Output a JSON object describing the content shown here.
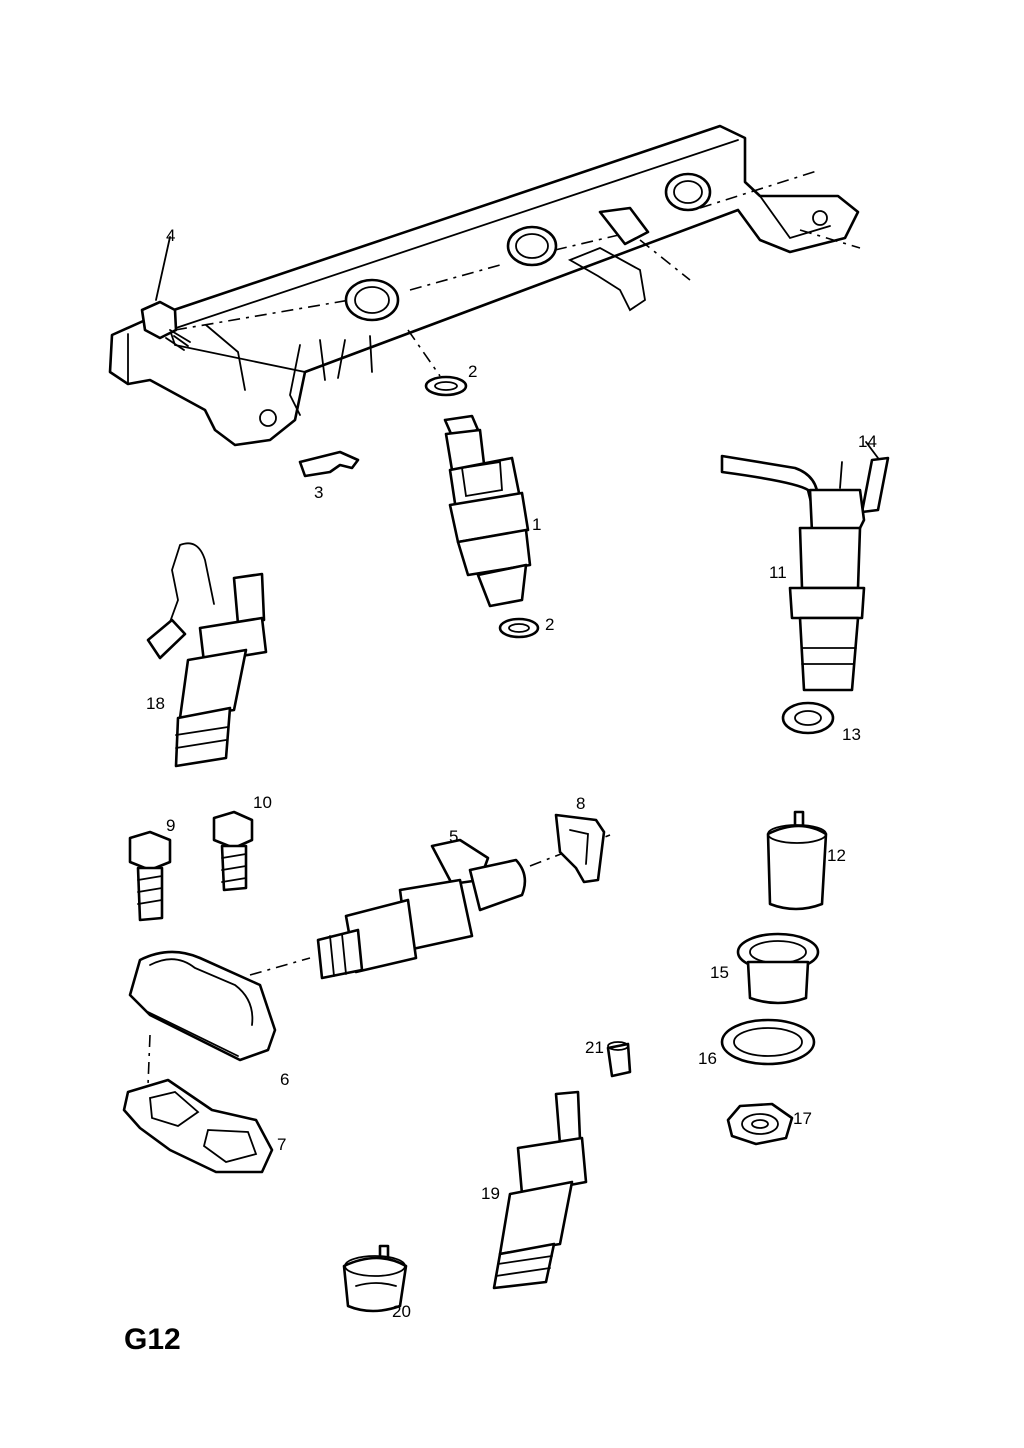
{
  "page": {
    "code": "G12"
  },
  "callouts": [
    {
      "id": "1",
      "text": "1"
    },
    {
      "id": "2a",
      "text": "2"
    },
    {
      "id": "2b",
      "text": "2"
    },
    {
      "id": "3",
      "text": "3"
    },
    {
      "id": "4",
      "text": "4"
    },
    {
      "id": "5",
      "text": "5"
    },
    {
      "id": "6",
      "text": "6"
    },
    {
      "id": "7",
      "text": "7"
    },
    {
      "id": "8",
      "text": "8"
    },
    {
      "id": "9",
      "text": "9"
    },
    {
      "id": "10",
      "text": "10"
    },
    {
      "id": "11",
      "text": "11"
    },
    {
      "id": "12",
      "text": "12"
    },
    {
      "id": "13",
      "text": "13"
    },
    {
      "id": "14",
      "text": "14"
    },
    {
      "id": "15",
      "text": "15"
    },
    {
      "id": "16",
      "text": "16"
    },
    {
      "id": "17",
      "text": "17"
    },
    {
      "id": "18",
      "text": "18"
    },
    {
      "id": "19",
      "text": "19"
    },
    {
      "id": "20",
      "text": "20"
    },
    {
      "id": "21",
      "text": "21"
    }
  ]
}
